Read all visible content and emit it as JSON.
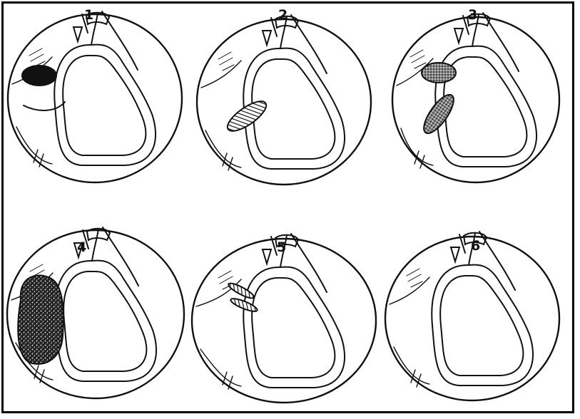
{
  "figure": {
    "panels": [
      {
        "label": "1",
        "spot": "upper",
        "shade": "solid"
      },
      {
        "label": "2",
        "spot": "lower",
        "shade": "hatched"
      },
      {
        "label": "3",
        "spot": "upper-and-lower",
        "shade": "stippled"
      },
      {
        "label": "4",
        "spot": "large",
        "shade": "speckled"
      },
      {
        "label": "5",
        "spot": "small-streaks",
        "shade": "hatched"
      },
      {
        "label": "6",
        "spot": "none",
        "shade": "none"
      }
    ],
    "colors": {
      "ink": "#111111",
      "background": "#ffffff",
      "frame": "#000000"
    }
  }
}
